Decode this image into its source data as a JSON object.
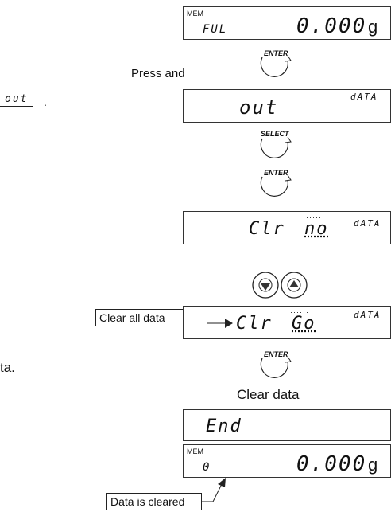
{
  "displays": {
    "d1": {
      "mem": "MEM",
      "sub": "FUL",
      "value": "0.000",
      "unit": "g"
    },
    "d2": {
      "main": "out",
      "tag": "dATA"
    },
    "d3": {
      "left": "Clr",
      "right": "no",
      "tag": "dATA"
    },
    "d4": {
      "left": "Clr",
      "right": "Go",
      "tag": "dATA"
    },
    "d5": {
      "main": "End"
    },
    "d6": {
      "mem": "MEM",
      "sub": "0",
      "value": "0.000",
      "unit": "g"
    }
  },
  "text": {
    "press_and": "Press and",
    "clear_data": "Clear data",
    "left_out_box": "out",
    "left_fragment": "ta."
  },
  "callouts": {
    "clear_all": "Clear all data",
    "data_cleared": "Data is cleared"
  },
  "buttons": {
    "enter": "ENTER",
    "select": "SELECT"
  }
}
